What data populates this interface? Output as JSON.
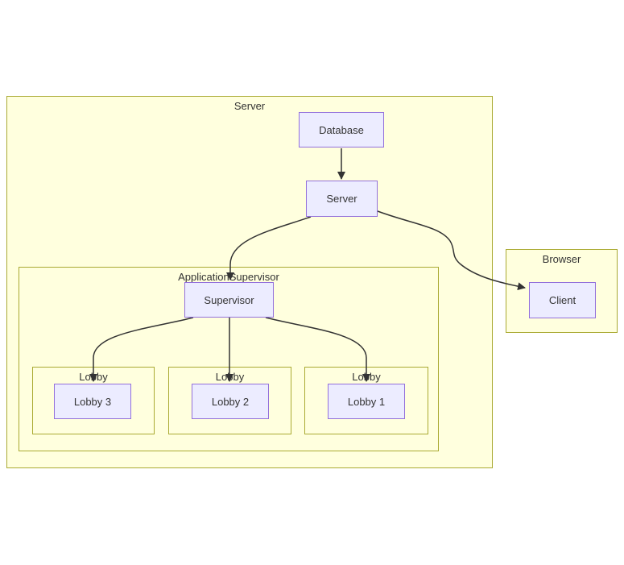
{
  "diagram": {
    "type": "flowchart",
    "clusters": {
      "server": {
        "label": "Server"
      },
      "application_supervisor": {
        "label": "ApplicationSupervisor"
      },
      "lobby_left": {
        "label": "Lobby"
      },
      "lobby_middle": {
        "label": "Lobby"
      },
      "lobby_right": {
        "label": "Lobby"
      },
      "browser": {
        "label": "Browser"
      }
    },
    "nodes": {
      "database": {
        "label": "Database"
      },
      "server": {
        "label": "Server"
      },
      "supervisor": {
        "label": "Supervisor"
      },
      "lobby3": {
        "label": "Lobby 3"
      },
      "lobby2": {
        "label": "Lobby 2"
      },
      "lobby1": {
        "label": "Lobby 1"
      },
      "client": {
        "label": "Client"
      }
    },
    "edges": [
      {
        "from": "Database",
        "to": "Server"
      },
      {
        "from": "Server",
        "to": "Supervisor"
      },
      {
        "from": "Server",
        "to": "Client"
      },
      {
        "from": "Supervisor",
        "to": "Lobby 3"
      },
      {
        "from": "Supervisor",
        "to": "Lobby 2"
      },
      {
        "from": "Supervisor",
        "to": "Lobby 1"
      }
    ],
    "colors": {
      "cluster_fill": "#ffffde",
      "cluster_border": "#aaaa33",
      "node_fill": "#ececff",
      "node_border": "#9370db",
      "edge": "#333333",
      "text": "#333333"
    }
  }
}
